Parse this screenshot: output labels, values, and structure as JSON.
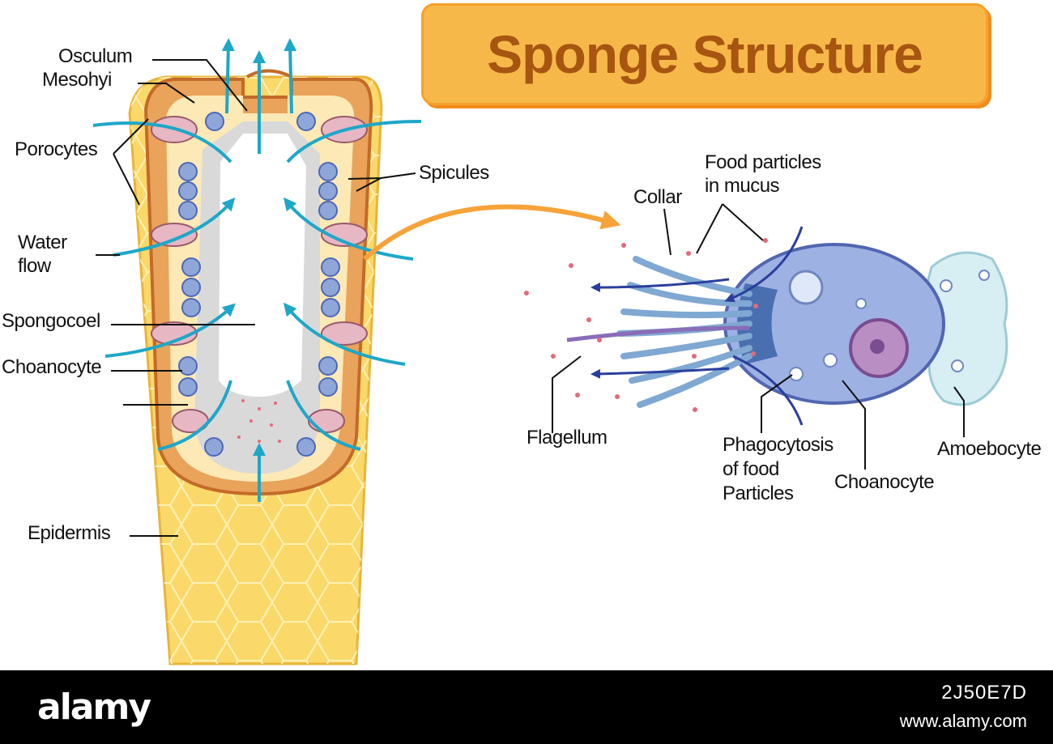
{
  "title": "Sponge Structure",
  "labels": {
    "osculum": "Osculum",
    "mesohyi": "Mesohyi",
    "porocytes": "Porocytes",
    "water_flow_1": "Water",
    "water_flow_2": "flow",
    "spongocoel": "Spongocoel",
    "choanocyte_left": "Choanocyte",
    "epidermis": "Epidermis",
    "spicules": "Spicules",
    "collar": "Collar",
    "food_particles_1": "Food particles",
    "food_particles_2": "in mucus",
    "flagellum": "Flagellum",
    "phagocytosis_1": "Phagocytosis",
    "phagocytosis_2": "of food",
    "phagocytosis_3": "Particles",
    "choanocyte_right": "Choanocyte",
    "amoebocyte": "Amoebocyte"
  },
  "footer": {
    "logo": "alamy",
    "image_id": "2J50E7D",
    "url": "www.alamy.com"
  },
  "colors": {
    "banner": "#f7b84a",
    "title_text": "#a75510",
    "body_yellow": "#fbd86a",
    "mesohyl_orange": "#e9a35a",
    "water_arrow": "#1ea7c9",
    "cell_blue": "#8fa6d8",
    "flow_arrow_dark": "#2a3f9c",
    "pointer_arrow": "#f6a33a"
  }
}
